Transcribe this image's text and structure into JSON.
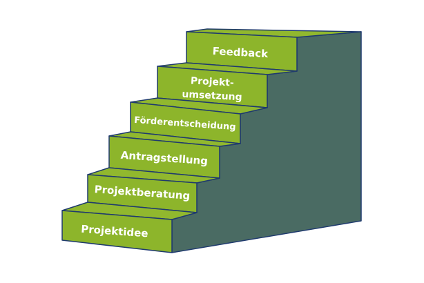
{
  "diagram": {
    "type": "staircase",
    "steps": [
      {
        "label": "Projektidee"
      },
      {
        "label": "Projektberatung"
      },
      {
        "label": "Antragstellung"
      },
      {
        "label": "Förderentscheidung"
      },
      {
        "label_line1": "Projekt-",
        "label_line2": "umsetzung"
      },
      {
        "label": "Feedback"
      }
    ],
    "colors": {
      "step": "#8db52b",
      "side": "#4a6b63",
      "outline": "#1f3a6e",
      "text": "#ffffff"
    }
  }
}
